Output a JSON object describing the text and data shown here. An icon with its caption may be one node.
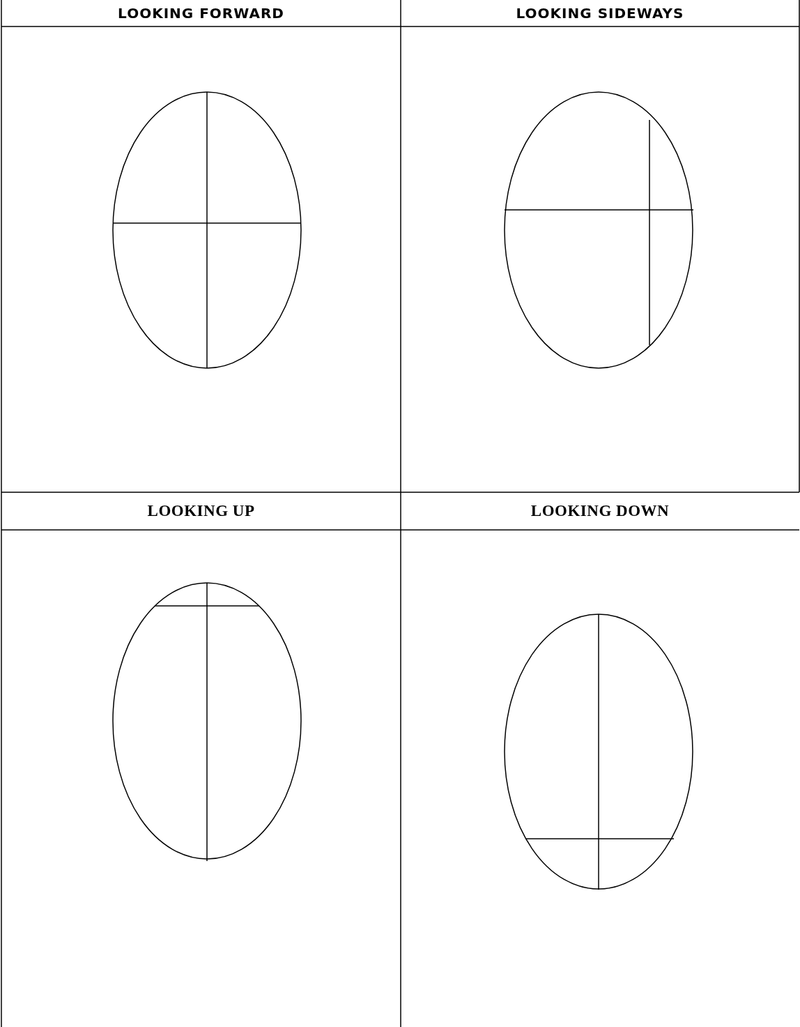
{
  "diagram": {
    "labels": [
      "LOOKING FORWARD",
      "LOOKING SIDEWAYS",
      "LOOKING UP",
      "LOOKING DOWN"
    ]
  }
}
